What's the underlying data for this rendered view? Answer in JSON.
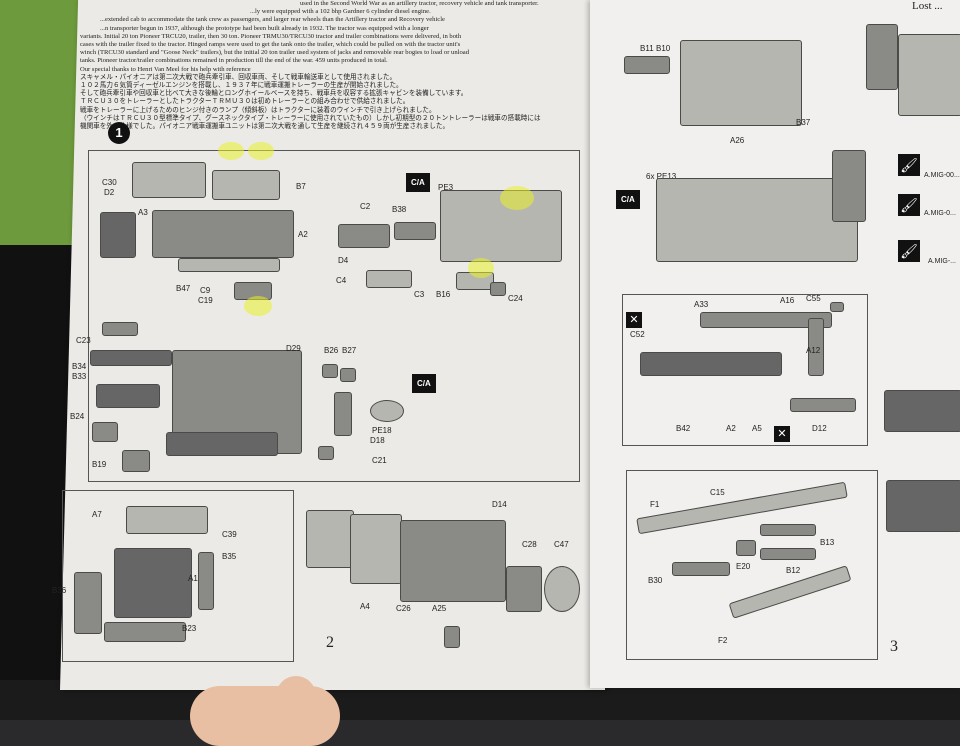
{
  "intro": {
    "lines": [
      "used in the Second World War as an artillery tractor, recovery vehicle and tank transporter.",
      "...ly were equipped with a 102 bhp Gardner 6 cylinder diesel engine.",
      "...extended cab to accommodate the tank crew as passengers, and larger rear wheels than the Artillery tractor and Recovery vehicle",
      "...n transporter begun in 1937, although the prototype had been built already in 1932. The tractor was equipped with a longer",
      "variants. Initial 20 ton Pioneer TRCU20, trailer, then 30 ton. Pioneer TRMU30/TRCU30 tractor and trailer combinations were delivered, in both",
      "cases with the trailer fixed to the tractor. Hinged ramps were used to get the tank onto the trailer, which could be pulled on with the tractor unit's",
      "winch (TRCU30 standard and \"Goose Neck\" trailers), but the initial 20 ton trailer used system of jacks and removable rear bogies to load or unload",
      "tanks. Pioneer tractor/trailer combinations remained in production till the end of the war. 459 units produced in total.",
      "Our special thanks to Henri Van Meel for his help with reference"
    ],
    "jp_lines": [
      "スキャメル・パイオニアは第二次大戦で砲兵牽引車、回収車両、そして戦車輸送車として使用されました。",
      "１０２馬力６気筒ディーゼルエンジンを搭載し、１９３７年に戦車運搬トレーラーの生産が開始されました。",
      "そして砲兵牽引車や回収車と比べて大きな後輪とロングホイールベースを持ち、戦車兵を収容する拡張キャビンを装備しています。",
      "ＴＲＣＵ３０をトレーラーとしたトラクターＴＲＭＵ３０は初めトレーラーとの組み合わせで供給されました。",
      "戦車をトレーラーに上げるためのヒンジ付きのランプ（傾斜板）はトラクターに装着のウインチで引き上げられました。",
      "（ウインチはＴＲＣＵ３０型標準タイプ、グースネックタイプ・トレーラーに使用されていたもの）しかし初期型の２０トントレーラーは戦車の搭載時には",
      "機関車を外す仕様でした。パイオニア戦車運搬車ユニットは第二次大戦を通して生産を継続され４５９両が生産されました。"
    ]
  },
  "left_page": {
    "step_number": "1",
    "page_number": "2",
    "ca_badges": [
      "C/A",
      "C/A"
    ],
    "labels": {
      "c30": "C30",
      "d2": "D2",
      "a3": "A3",
      "b7": "B7",
      "a2": "A2",
      "b47": "B47",
      "c9": "C9",
      "c19": "C19",
      "pe3": "PE3",
      "c2": "C2",
      "b38": "B38",
      "d4": "D4",
      "c4": "C4",
      "c3": "C3",
      "b16": "B16",
      "c24": "C24",
      "c23": "C23",
      "b34": "B34",
      "b33": "B33",
      "b24": "B24",
      "b19": "B19",
      "d29": "D29",
      "b26": "B26",
      "b27": "B27",
      "pe18": "PE18",
      "d18": "D18",
      "c21": "C21",
      "a7": "A7",
      "c39": "C39",
      "b35": "B35",
      "a1": "A1",
      "b36": "B36",
      "b23": "B23",
      "d14": "D14",
      "c28": "C28",
      "c47": "C47",
      "a4": "A4",
      "c26": "C26",
      "a25": "A25"
    }
  },
  "right_page": {
    "page_number": "3",
    "header_fragment": "Lost ...",
    "ca_badge": "C/A",
    "mig_labels": [
      "A.MIG-00...",
      "A.MIG-0...",
      "A.MIG-..."
    ],
    "labels": {
      "b11": "B11",
      "b10": "B10",
      "b37": "B37",
      "a26": "A26",
      "pe13": "6x PE13",
      "a33": "A33",
      "a16": "A16",
      "c55": "C55",
      "c52": "C52",
      "a12": "A12",
      "b42": "B42",
      "a2": "A2",
      "a5": "A5",
      "d12": "D12",
      "f1": "F1",
      "c15": "C15",
      "b13": "B13",
      "e20": "E20",
      "b12": "B12",
      "b30": "B30",
      "f2": "F2"
    }
  },
  "colors": {
    "page": "#eceae6",
    "ink": "#222222",
    "highlight": "#e8f028",
    "checkmark": "#1a2a9c",
    "part_grey": "#8a8a86"
  }
}
